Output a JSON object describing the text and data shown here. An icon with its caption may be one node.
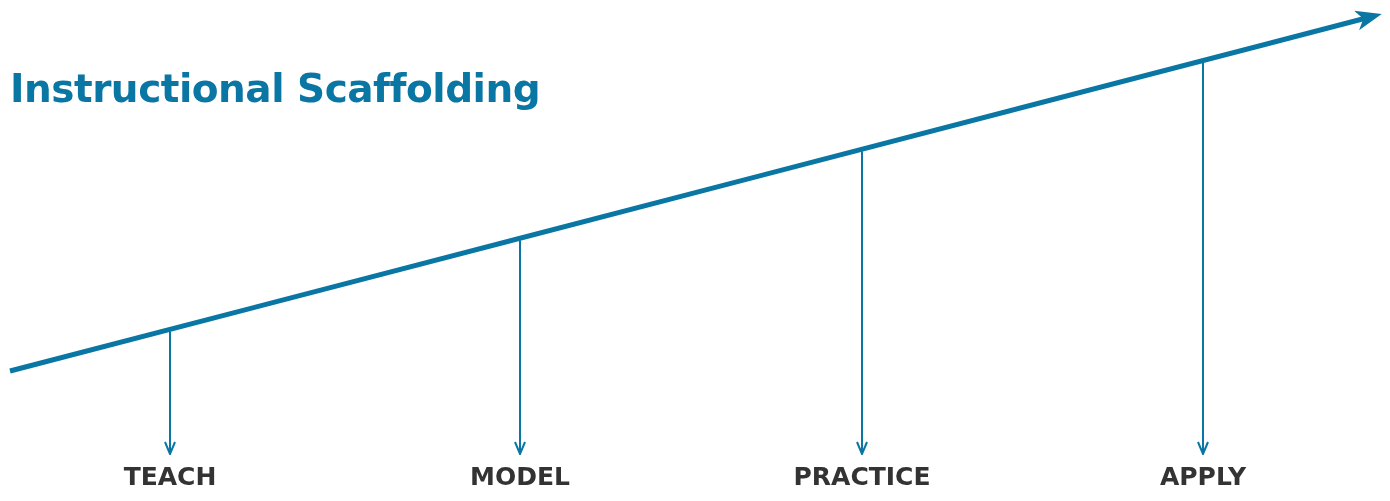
{
  "diagram": {
    "title": "Instructional Scaffolding",
    "nodes": [
      {
        "text": [
          "TEACH"
        ]
      },
      {
        "text": [
          "MODEL"
        ]
      },
      {
        "text": [
          "PRACTICE"
        ]
      },
      {
        "text": [
          "APPLY"
        ]
      }
    ],
    "edges": [
      {
        "from": null,
        "to": 0,
        "arrow": "to"
      },
      {
        "from": null,
        "to": 1,
        "arrow": "to"
      },
      {
        "from": null,
        "to": 2,
        "arrow": "to"
      },
      {
        "from": null,
        "to": 3,
        "arrow": "to"
      }
    ]
  }
}
